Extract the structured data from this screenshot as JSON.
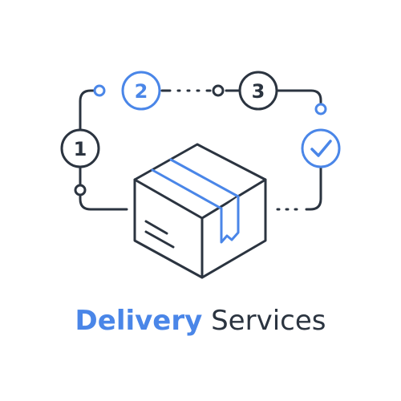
{
  "colors": {
    "dark": "#2b3440",
    "accent": "#4a86e8",
    "background": "#ffffff"
  },
  "steps": [
    {
      "label": "1",
      "style": "dark"
    },
    {
      "label": "2",
      "style": "accent"
    },
    {
      "label": "3",
      "style": "dark"
    }
  ],
  "checkmark": {
    "icon": "checkmark-icon",
    "style": "accent"
  },
  "box": {
    "icon": "package-box-icon"
  },
  "caption": {
    "word1": "Delivery",
    "word2": "Services"
  }
}
